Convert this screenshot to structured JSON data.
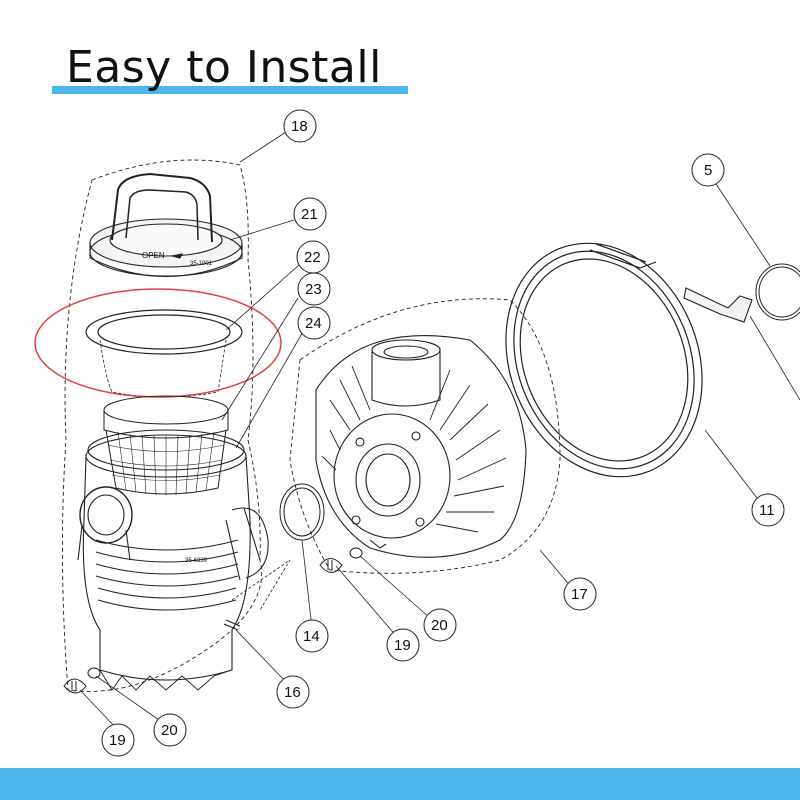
{
  "header": {
    "title": "Easy to Install"
  },
  "diagram": {
    "part_labels": [
      "18",
      "21",
      "22",
      "23",
      "24",
      "5",
      "11",
      "17",
      "14",
      "19",
      "20",
      "16",
      "20",
      "19"
    ],
    "lid_text": {
      "open": "OPEN",
      "part_no": "35-1001"
    },
    "strainer_housing_text": "35-6339",
    "highlight_color": "#e0433f",
    "accent_color": "#4cb6ec"
  }
}
